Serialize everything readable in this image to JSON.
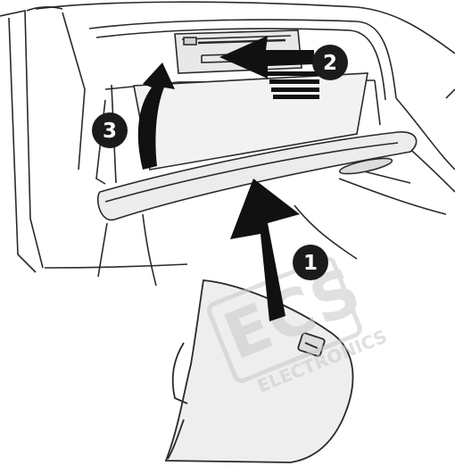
{
  "steps": [
    {
      "number": "1",
      "action": "push-in"
    },
    {
      "number": "2",
      "action": "slide-in"
    },
    {
      "number": "3",
      "action": "lift-up"
    }
  ],
  "watermark": {
    "logo_text": "ECS",
    "brand_text": "ELECTRONICS"
  },
  "colors": {
    "line": "#2a2a2a",
    "arrow": "#111111",
    "badge": "#1b1b1b",
    "panel_fill": "#ececec",
    "watermark": "#c8c8c8"
  }
}
